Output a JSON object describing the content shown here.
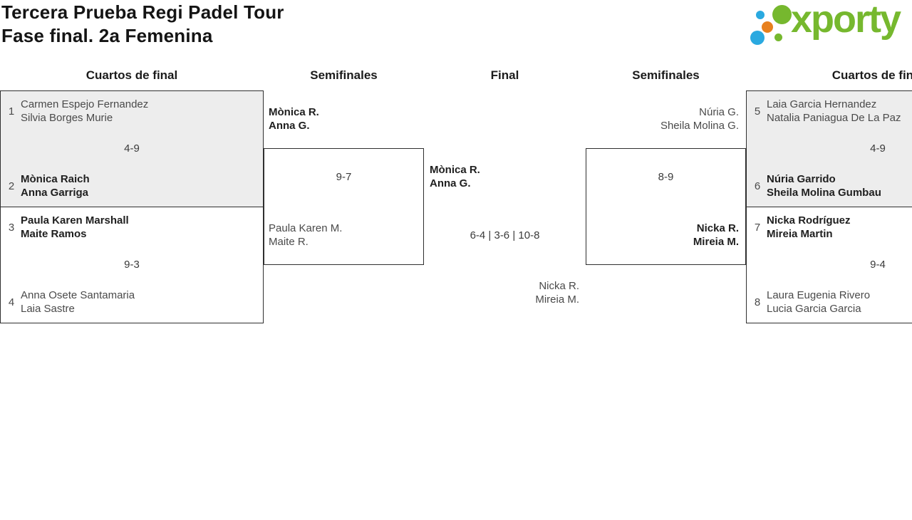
{
  "header": {
    "title_line1": "Tercera Prueba Regi Padel Tour",
    "title_line2": "Fase final. 2a Femenina",
    "logo": {
      "text": "xporty",
      "green": "#76b82e",
      "blue": "#2aa9e0",
      "orange": "#e8801d"
    }
  },
  "rounds": {
    "left_qf": "Cuartos de final",
    "left_sf": "Semifinales",
    "final": "Final",
    "right_sf": "Semifinales",
    "right_qf": "Cuartos de final"
  },
  "colors": {
    "box_gray": "#ededed",
    "border": "#2f2f2f",
    "logo_green": "#76b82e"
  },
  "matches": {
    "qf1": {
      "seed_top": "1",
      "team_top": [
        "Carmen Espejo Fernandez",
        "Silvia Borges Murie"
      ],
      "top_bold": false,
      "score": "4-9",
      "seed_bottom": "2",
      "team_bottom": [
        "Mònica Raich",
        "Anna Garriga"
      ],
      "bottom_bold": true
    },
    "qf2": {
      "seed_top": "3",
      "team_top": [
        "Paula Karen Marshall",
        "Maite Ramos"
      ],
      "top_bold": true,
      "score": "9-3",
      "seed_bottom": "4",
      "team_bottom": [
        "Anna Osete Santamaria",
        "Laia Sastre"
      ],
      "bottom_bold": false
    },
    "sf_left": {
      "team_top": [
        "Mònica R.",
        "Anna G."
      ],
      "top_bold": true,
      "score": "9-7",
      "team_bottom": [
        "Paula Karen M.",
        "Maite R."
      ],
      "bottom_bold": false
    },
    "final": {
      "team_top": [
        "Mònica R.",
        "Anna G."
      ],
      "top_bold": true,
      "score": "6-4 | 3-6 | 10-8",
      "team_bottom": [
        "Nicka R.",
        "Mireia M."
      ],
      "bottom_bold": false
    },
    "sf_right": {
      "team_top": [
        "Núria G.",
        "Sheila Molina G."
      ],
      "top_bold": false,
      "score": "8-9",
      "team_bottom": [
        "Nicka R.",
        "Mireia M."
      ],
      "bottom_bold": true
    },
    "qf3": {
      "seed_top": "5",
      "team_top": [
        "Laia Garcia Hernandez",
        "Natalia Paniagua De La Paz"
      ],
      "top_bold": false,
      "score": "4-9",
      "seed_bottom": "6",
      "team_bottom": [
        "Núria Garrido",
        "Sheila Molina Gumbau"
      ],
      "bottom_bold": true
    },
    "qf4": {
      "seed_top": "7",
      "team_top": [
        "Nicka Rodríguez",
        "Mireia Martin"
      ],
      "top_bold": true,
      "score": "9-4",
      "seed_bottom": "8",
      "team_bottom": [
        "Laura Eugenia Rivero",
        "Lucia Garcia Garcia"
      ],
      "bottom_bold": false
    }
  }
}
